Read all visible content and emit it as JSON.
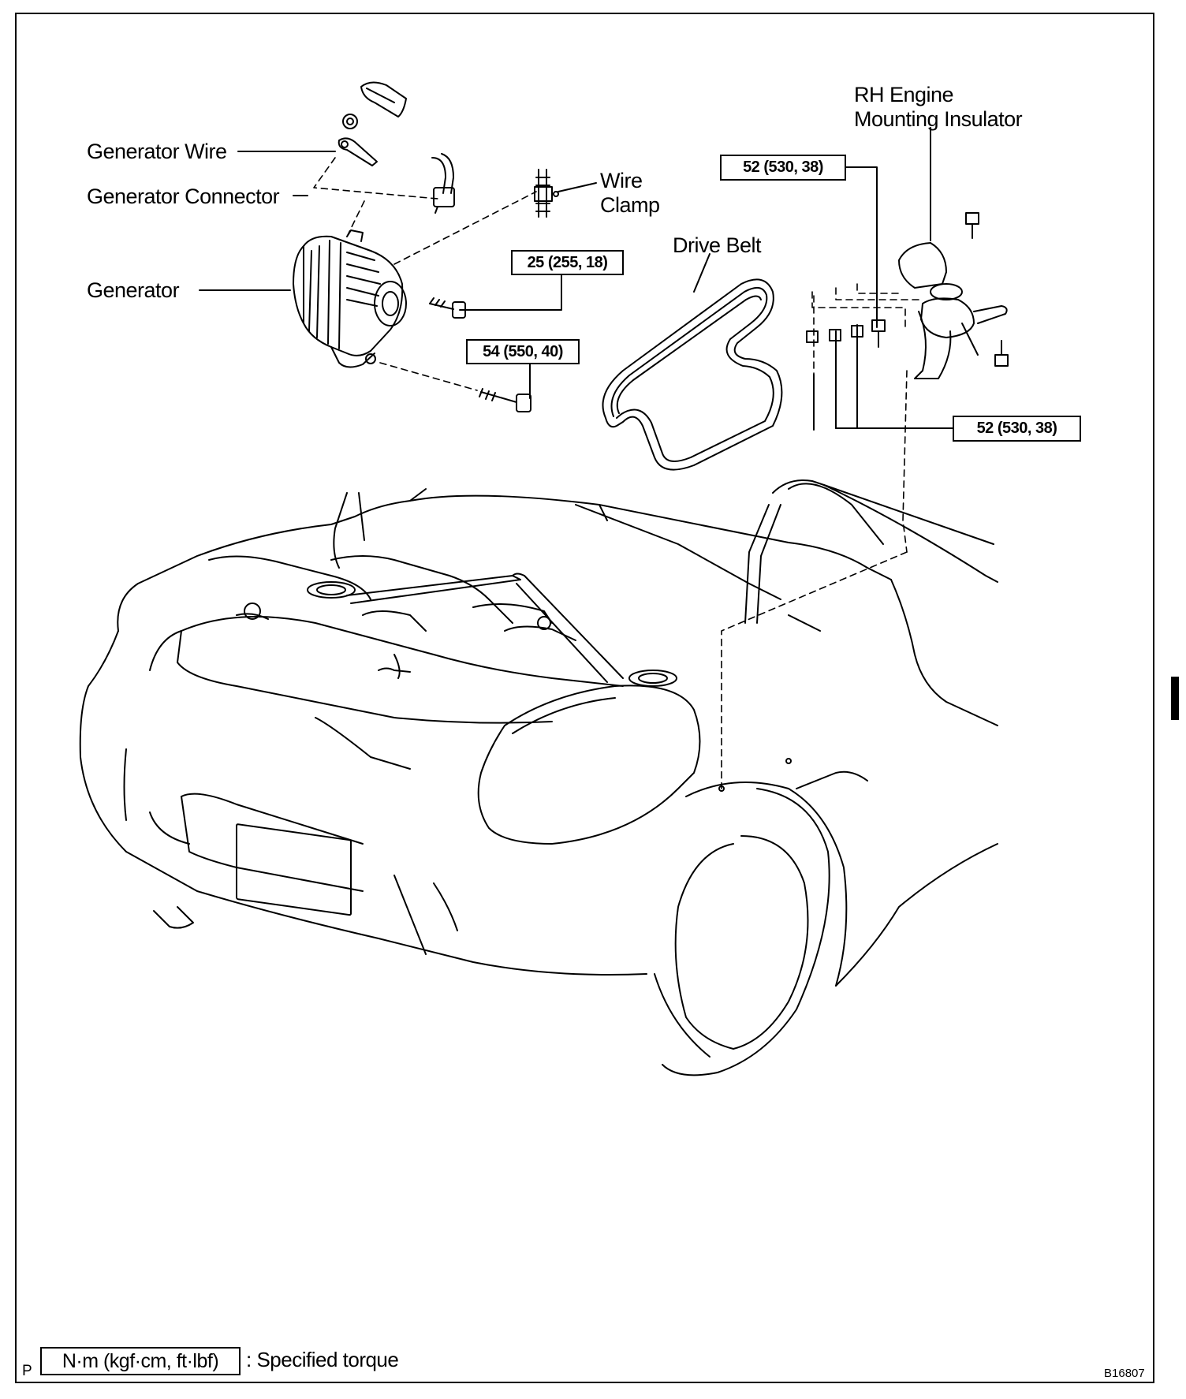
{
  "labels": {
    "generator_wire": "Generator Wire",
    "generator_connector": "Generator Connector",
    "generator": "Generator",
    "wire_clamp_1": "Wire",
    "wire_clamp_2": "Clamp",
    "drive_belt": "Drive Belt",
    "rh_engine_1": "RH Engine",
    "rh_engine_2": "Mounting Insulator"
  },
  "torques": {
    "t1": "52 (530, 38)",
    "t2": "25 (255, 18)",
    "t3": "54 (550, 40)",
    "t4": "52 (530, 38)"
  },
  "legend": {
    "unit_box": "N·m (kgf·cm, ft·lbf)",
    "description": ": Specified torque"
  },
  "footer": {
    "page_letter": "P",
    "figure_code": "B16807"
  },
  "colors": {
    "line": "#000000",
    "background": "#ffffff"
  }
}
